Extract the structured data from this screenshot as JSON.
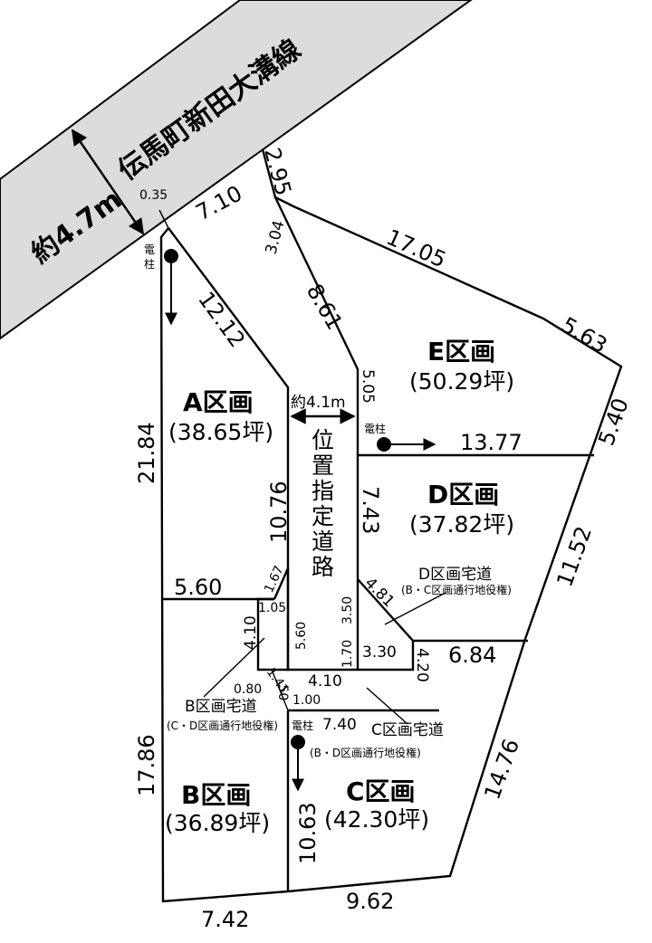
{
  "road": {
    "name": "伝馬町新田大溝線",
    "width": "約4.7m",
    "color": "#dcdcdc"
  },
  "lots": {
    "a": {
      "name": "A区画",
      "area": "(38.65坪)"
    },
    "b": {
      "name": "B区画",
      "area": "(36.89坪)"
    },
    "c": {
      "name": "C区画",
      "area": "(42.30坪)"
    },
    "d": {
      "name": "D区画",
      "area": "(37.82坪)"
    },
    "e": {
      "name": "E区画",
      "area": "(50.29坪)"
    }
  },
  "private_road": {
    "label": [
      "位",
      "置",
      "指",
      "定",
      "道",
      "路"
    ],
    "width": "約4.1m"
  },
  "utility": {
    "pole": "電柱",
    "pole_v": [
      "電",
      "柱"
    ]
  },
  "driveways": {
    "b": {
      "title": "B区画宅道",
      "sub": "(C・D区画通行地役権)"
    },
    "c": {
      "title": "C区画宅道",
      "sub": "(B・D区画通行地役権)"
    },
    "d": {
      "title": "D区画宅道",
      "sub": "(B・C区画通行地役権)"
    }
  },
  "dims": {
    "d0_35": "0.35",
    "d7_10": "7.10",
    "d2_95": "2.95",
    "d3_04": "3.04",
    "d17_05": "17.05",
    "d5_63": "5.63",
    "d5_40": "5.40",
    "d8_61": "8.61",
    "d5_05": "5.05",
    "d12_12": "12.12",
    "d21_84": "21.84",
    "d13_77": "13.77",
    "d7_43": "7.43",
    "d10_76": "10.76",
    "d11_52": "11.52",
    "d5_60": "5.60",
    "d1_67": "1.67",
    "d1_05": "1.05",
    "d4_10a": "4.10",
    "d4_10b": "4.10",
    "d5_60b": "5.60",
    "d3_50": "3.50",
    "d1_70": "1.70",
    "d4_81": "4.81",
    "d3_30": "3.30",
    "d4_20": "4.20",
    "d6_84": "6.84",
    "d0_80": "0.80",
    "d1_41": "1.41",
    "d0_50": ".50",
    "d1_00": "1.00",
    "d7_40": "7.40",
    "d14_76": "14.76",
    "d17_86": "17.86",
    "d10_63": "10.63",
    "d7_42": "7.42",
    "d9_62": "9.62"
  }
}
